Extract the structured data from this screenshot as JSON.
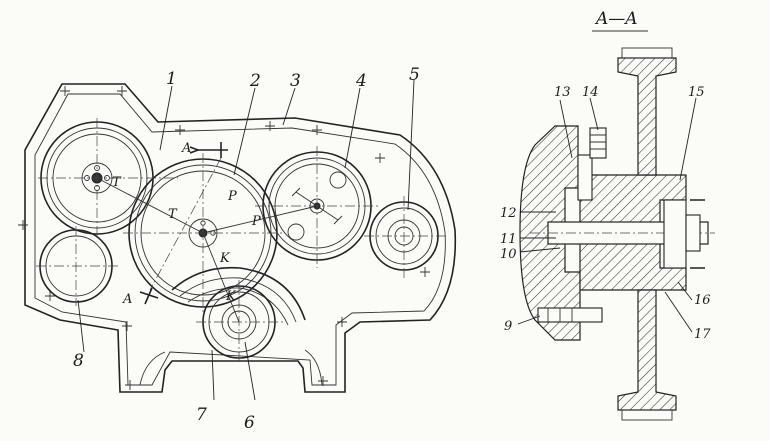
{
  "section_title": "A—A",
  "callouts": {
    "c1": "1",
    "c2": "2",
    "c3": "3",
    "c4": "4",
    "c5": "5",
    "c6": "6",
    "c7": "7",
    "c8": "8",
    "c9": "9",
    "c10": "10",
    "c11": "11",
    "c12": "12",
    "c13": "13",
    "c14": "14",
    "c15": "15",
    "c16": "16",
    "c17": "17"
  },
  "marks": {
    "t1": "T",
    "t2": "T",
    "p1": "P",
    "p2": "P",
    "k1": "K",
    "k2": "K",
    "a_top": "A",
    "a_bottom": "A"
  }
}
